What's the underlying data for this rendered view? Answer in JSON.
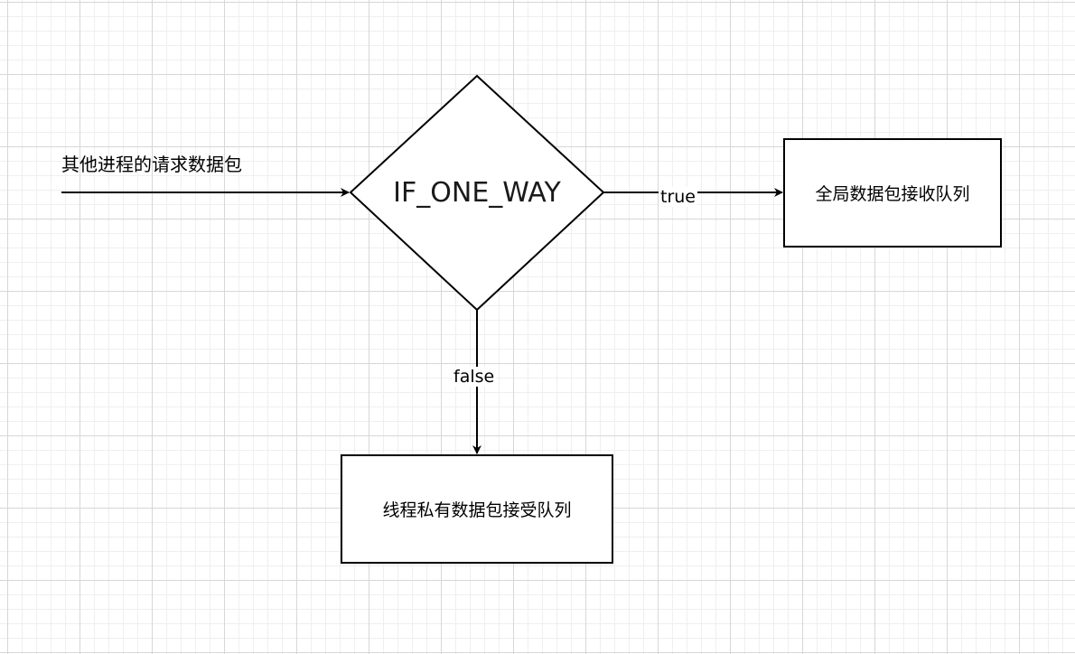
{
  "diagram": {
    "source_label": "其他进程的请求数据包",
    "decision": {
      "label": "IF_ONE_WAY"
    },
    "true_target": {
      "label": "全局数据包接收队列"
    },
    "false_target": {
      "label": "线程私有数据包接受队列"
    },
    "edges": {
      "true_label": "true",
      "false_label": "false"
    }
  }
}
